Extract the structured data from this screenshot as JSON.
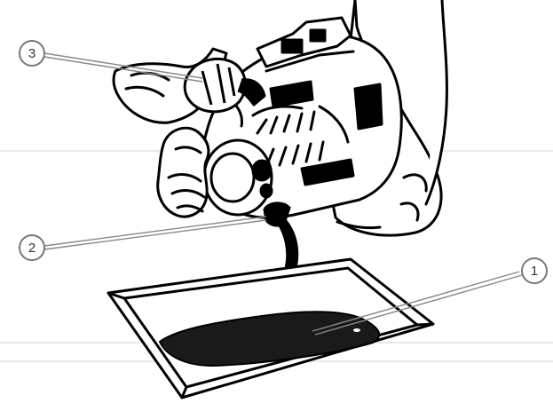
{
  "callouts": [
    {
      "id": "1",
      "label": "1"
    },
    {
      "id": "2",
      "label": "2"
    },
    {
      "id": "3",
      "label": "3"
    }
  ],
  "colors": {
    "ink": "#000000",
    "oil": "#1a1a1a",
    "callout_stroke": "#888888",
    "guide_line": "#dddddd",
    "background": "#ffffff"
  }
}
